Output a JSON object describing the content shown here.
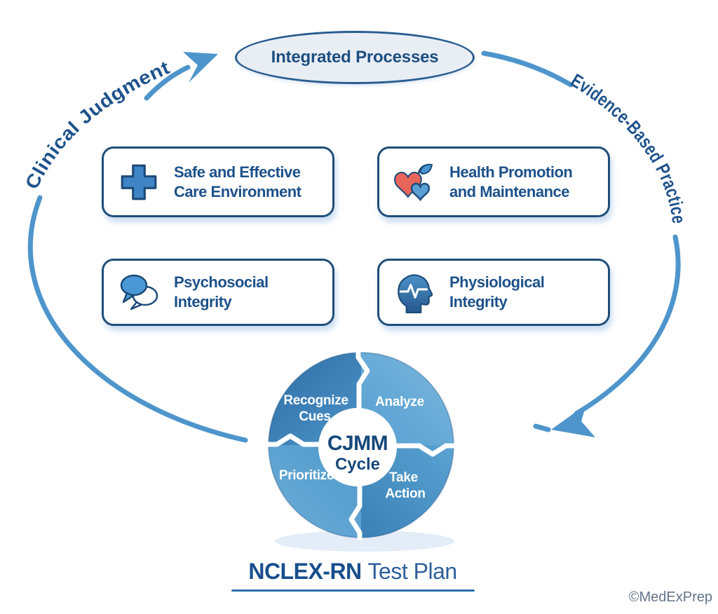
{
  "top_node": {
    "label": "Integrated Processes"
  },
  "arc_labels": {
    "left": "Clinical Judgment",
    "right": "Evidence-Based Practice"
  },
  "categories": [
    {
      "icon": "medical-cross-icon",
      "line1": "Safe and Effective",
      "line2": "Care Environment"
    },
    {
      "icon": "apple-heart-icon",
      "line1": "Health Promotion",
      "line2": "and Maintenance"
    },
    {
      "icon": "speech-bubbles-icon",
      "line1": "Psychosocial",
      "line2": "Integrity"
    },
    {
      "icon": "head-pulse-icon",
      "line1": "Physiological",
      "line2": "Integrity"
    }
  ],
  "cycle": {
    "center": {
      "line1": "CJMM",
      "line2": "Cycle"
    },
    "segments": {
      "top_left": {
        "line1": "Recognize",
        "line2": "Cues"
      },
      "top_right": {
        "line1": "Analyze"
      },
      "bottom_right": {
        "line1": "Take",
        "line2": "Action"
      },
      "bottom_left": {
        "line1": "Prioritize"
      }
    }
  },
  "title": {
    "bold": "NCLEX-RN",
    "regular": "Test Plan"
  },
  "watermark": "©MedExPrep",
  "colors": {
    "arc_blue": "#4e95cc",
    "navy_text": "#1d4e80",
    "box_border": "#1f4e79",
    "ellipse_fill": "#e9eef5",
    "heart_red": "#e8655c",
    "segment_dark": "#2f6da5",
    "segment_light": "#7cb8de"
  }
}
